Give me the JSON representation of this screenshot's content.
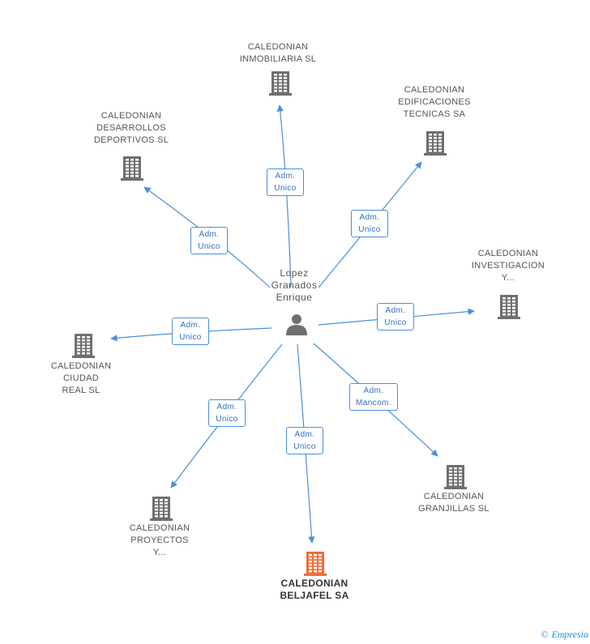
{
  "person": {
    "label": "Lopez\nGranados\nEnrique"
  },
  "companies": [
    {
      "id": "inmobiliaria",
      "label": "CALEDONIAN\nINMOBILIARIA SL",
      "main": false
    },
    {
      "id": "edificaciones",
      "label": "CALEDONIAN\nEDIFICACIONES\nTECNICAS SA",
      "main": false
    },
    {
      "id": "desarrollos",
      "label": "CALEDONIAN\nDESARROLLOS\nDEPORTIVOS SL",
      "main": false
    },
    {
      "id": "investigacion",
      "label": "CALEDONIAN\nINVESTIGACION\nY...",
      "main": false
    },
    {
      "id": "ciudad-real",
      "label": "CALEDONIAN\nCIUDAD\nREAL SL",
      "main": false
    },
    {
      "id": "granjillas",
      "label": "CALEDONIAN\nGRANJILLAS SL",
      "main": false
    },
    {
      "id": "proyectos",
      "label": "CALEDONIAN\nPROYECTOS\nY...",
      "main": false
    },
    {
      "id": "beljafel",
      "label": "CALEDONIAN\nBELJAFEL SA",
      "main": true
    }
  ],
  "relations": [
    {
      "to": "inmobiliaria",
      "label": "Adm.\nUnico"
    },
    {
      "to": "edificaciones",
      "label": "Adm.\nUnico"
    },
    {
      "to": "desarrollos",
      "label": "Adm.\nUnico"
    },
    {
      "to": "investigacion",
      "label": "Adm.\nUnico"
    },
    {
      "to": "ciudad-real",
      "label": "Adm.\nUnico"
    },
    {
      "to": "granjillas",
      "label": "Adm.\nMancom."
    },
    {
      "to": "proyectos",
      "label": "Adm.\nUnico"
    },
    {
      "to": "beljafel",
      "label": "Adm.\nUnico"
    }
  ],
  "colors": {
    "edge": "#4a8fd8",
    "building": "#6f6f6f",
    "building_main": "#f26b3a",
    "person": "#6f6f6f"
  },
  "branding": {
    "copyright": "©",
    "name": "Empresia"
  }
}
